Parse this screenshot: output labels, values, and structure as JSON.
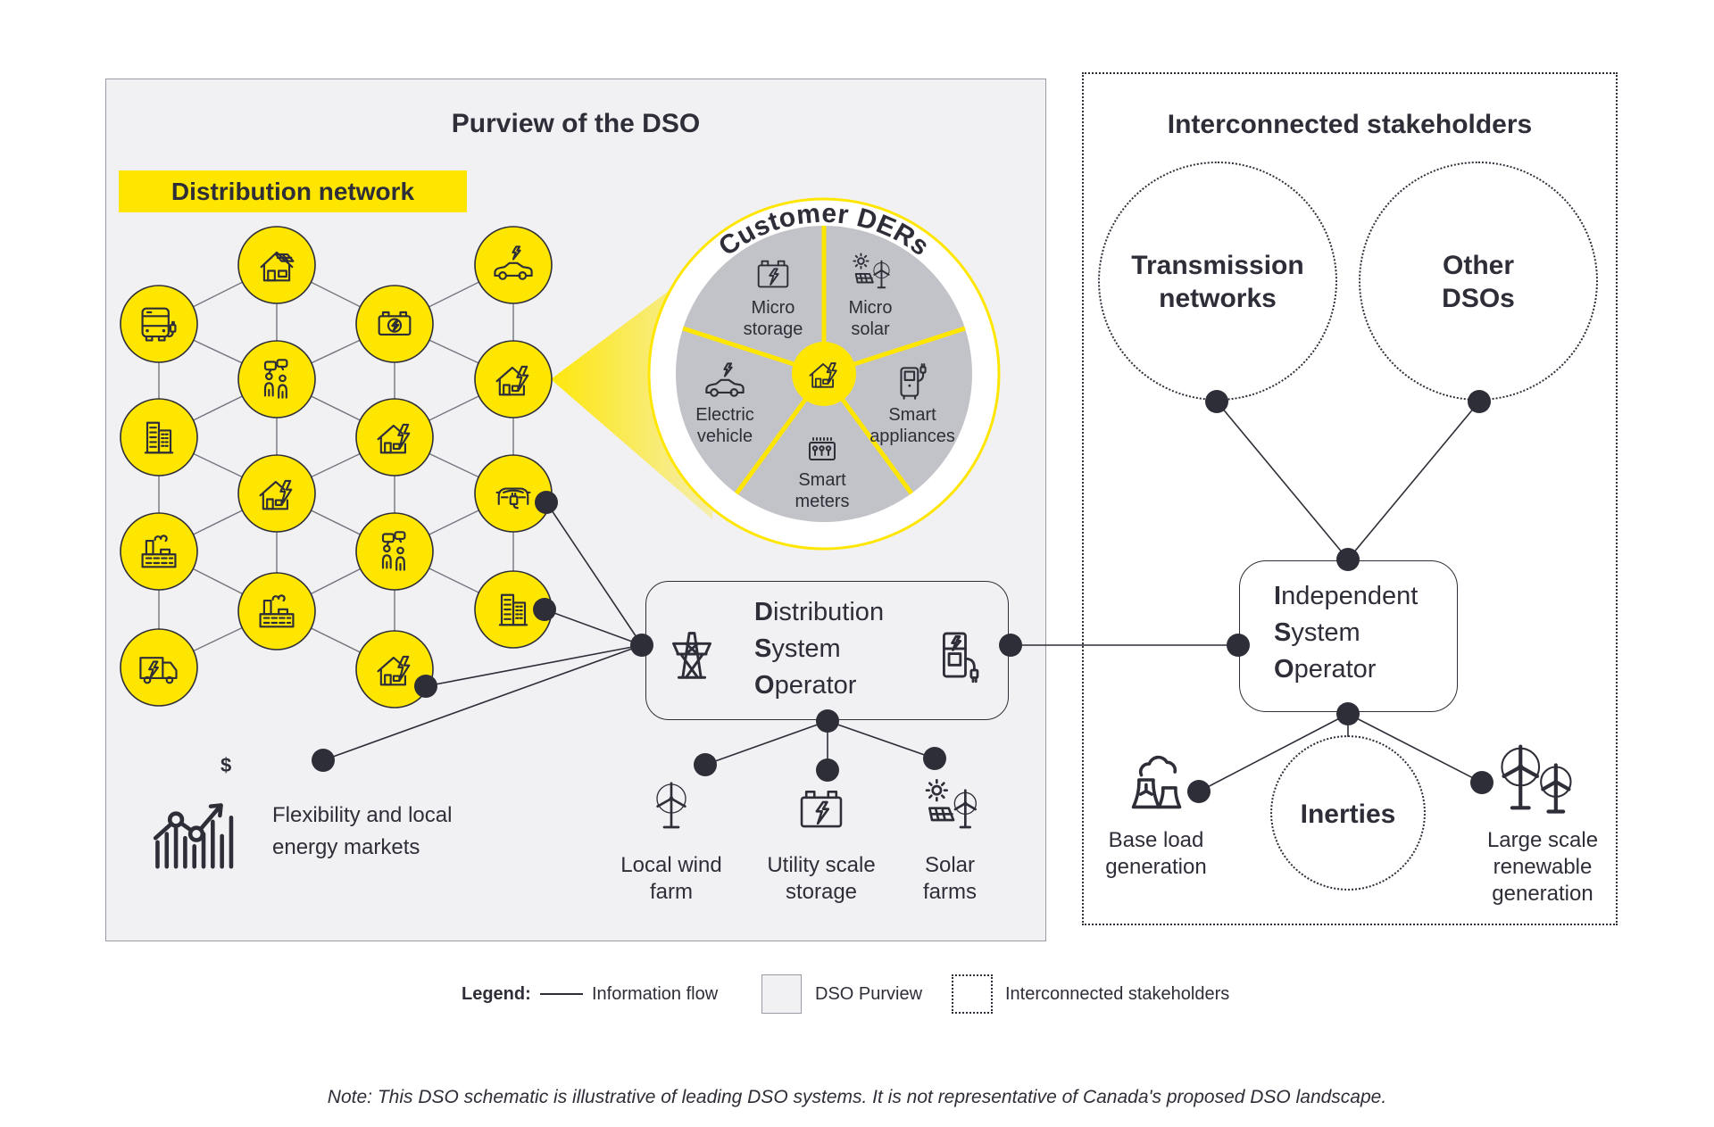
{
  "colors": {
    "yellow": "#FFE600",
    "dark": "#2E2E38",
    "panel_bg": "#F1F1F4",
    "ders_gray": "#C2C2C9",
    "edge_gray": "#74747E",
    "border_gray": "#9B9BA5"
  },
  "purview": {
    "title": "Purview of the DSO",
    "banner": "Distribution network"
  },
  "network": {
    "nodes": [
      "electric-bus",
      "office-building",
      "factory",
      "electric-truck",
      "solar-house",
      "people-talking",
      "house-energy",
      "factory",
      "battery-storage",
      "house-energy",
      "people-talking",
      "house-energy",
      "electric-car",
      "house-energy",
      "car-charging",
      "office-building"
    ]
  },
  "ders": {
    "title": "Customer DERs",
    "center_icon": "house-energy",
    "segments": [
      {
        "icon": "micro-storage",
        "lines": [
          "Micro",
          "storage"
        ]
      },
      {
        "icon": "micro-solar",
        "lines": [
          "Micro",
          "solar"
        ]
      },
      {
        "icon": "electric-vehicle",
        "lines": [
          "Electric",
          "vehicle"
        ]
      },
      {
        "icon": "smart-appliances",
        "lines": [
          "Smart",
          "appliances"
        ]
      },
      {
        "icon": "smart-meters",
        "lines": [
          "Smart",
          "meters"
        ]
      }
    ]
  },
  "dso": {
    "lines": [
      {
        "b": "D",
        "rest": "istribution"
      },
      {
        "b": "S",
        "rest": "ystem"
      },
      {
        "b": "O",
        "rest": "perator"
      }
    ]
  },
  "resources": {
    "items": [
      {
        "icon": "wind-turbine",
        "lines": [
          "Local wind",
          "farm"
        ]
      },
      {
        "icon": "utility-battery",
        "lines": [
          "Utility scale",
          "storage"
        ]
      },
      {
        "icon": "solar-farm",
        "lines": [
          "Solar",
          "farms"
        ]
      }
    ]
  },
  "flexibility": {
    "dollar": "$",
    "lines": [
      "Flexibility and local",
      "energy markets"
    ]
  },
  "stakeholders": {
    "title": "Interconnected stakeholders",
    "transmission": {
      "lines": [
        "Transmission",
        "networks"
      ]
    },
    "other_dsos": {
      "lines": [
        "Other",
        "DSOs"
      ]
    },
    "iso": {
      "lines": [
        {
          "b": "I",
          "rest": "ndependent"
        },
        {
          "b": "S",
          "rest": "ystem"
        },
        {
          "b": "O",
          "rest": "perator"
        }
      ]
    },
    "inerties": {
      "label": "Inerties"
    },
    "base_load": {
      "icon": "nuclear-plant",
      "lines": [
        "Base load",
        "generation"
      ]
    },
    "large_renewable": {
      "icon": "wind-farm",
      "lines": [
        "Large scale",
        "renewable",
        "generation"
      ]
    }
  },
  "legend": {
    "label": "Legend:",
    "items": [
      {
        "swatch": "line",
        "label": "Information flow"
      },
      {
        "swatch": "solid-box",
        "label": "DSO Purview"
      },
      {
        "swatch": "dotted-box",
        "label": "Interconnected stakeholders"
      }
    ]
  },
  "note": "Note: This DSO schematic is illustrative of leading DSO systems. It is not representative of Canada's proposed DSO landscape."
}
